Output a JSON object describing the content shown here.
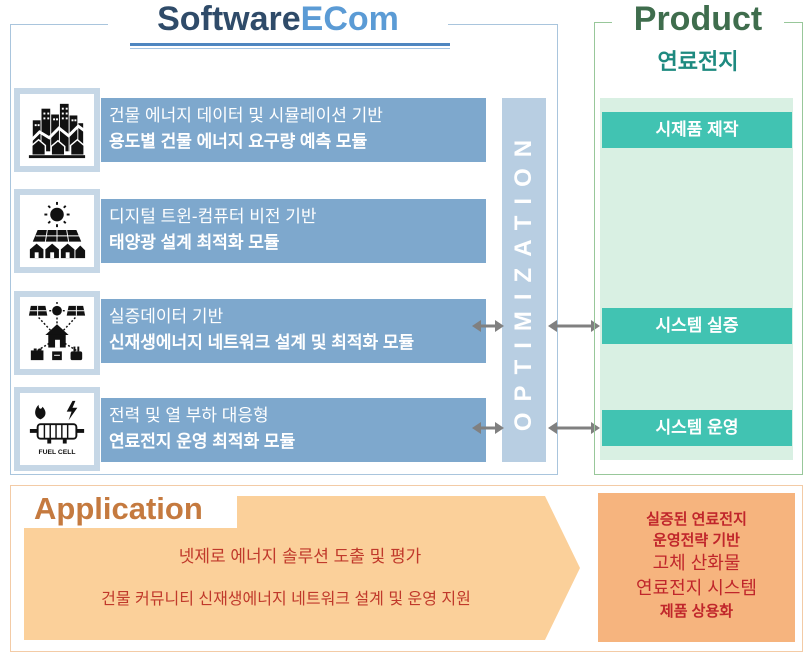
{
  "software": {
    "title_main": "Software",
    "title_accent": "ECom"
  },
  "modules": [
    {
      "icon": "city-buildings-icon",
      "line1": "건물 에너지 데이터 및 시뮬레이션 기반",
      "line2": "용도별 건물 에너지 요구량 예측 모듈"
    },
    {
      "icon": "solar-houses-icon",
      "line1": "디지털 트윈-컴퓨터 비전 기반",
      "line2": "태양광 설계 최적화 모듈"
    },
    {
      "icon": "energy-network-icon",
      "line1": "실증데이터 기반",
      "line2": "신재생에너지 네트워크 설계 및 최적화 모듈"
    },
    {
      "icon": "fuel-cell-icon",
      "icon_label": "FUEL CELL",
      "line1": "전력 및 열 부하 대응형",
      "line2": "연료전지 운영 최적화 모듈"
    }
  ],
  "optimization": {
    "label": "OPTIMIZATION"
  },
  "product": {
    "title": "Product",
    "subtitle": "연료전지",
    "stages": [
      {
        "label": "시제품 제작"
      },
      {
        "label": "시스템 실증"
      },
      {
        "label": "시스템 운영"
      }
    ]
  },
  "application": {
    "title": "Application",
    "line1": "넷제로 에너지 솔루션 도출 및 평가",
    "line2": "건물 커뮤니티 신재생에너지 네트워크 설계 및 운영 지원",
    "outcome": [
      "실증된 연료전지",
      "운영전략 기반",
      "고체 산화물",
      "연료전지 시스템",
      "제품 상용화"
    ]
  },
  "colors": {
    "software_title": "#2f4b69",
    "software_accent": "#5b9bd5",
    "icon_frame": "#c6d7e6",
    "module_bar": "#7ea8cd",
    "optimization_bar": "#b8cee2",
    "product_title": "#3f6d4d",
    "product_subtitle": "#1e8a80",
    "product_panel": "#d9f0e3",
    "stage_bar": "#41c3b2",
    "arrow": "#808080",
    "application_title": "#c57a3f",
    "application_arrow": "#fbd09a",
    "application_text": "#c0392b",
    "outcome_box": "#f6b47e",
    "outcome_text": "#c0262b"
  }
}
